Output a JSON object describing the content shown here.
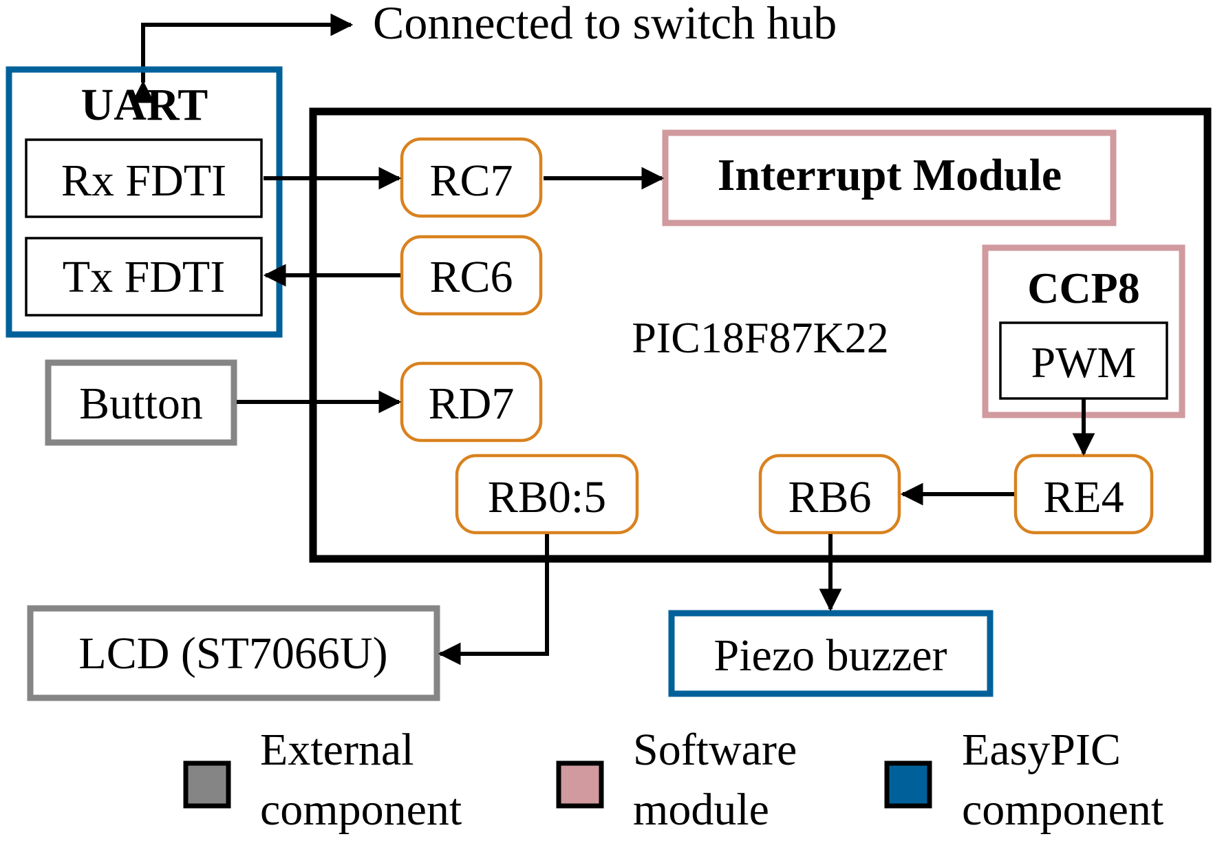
{
  "top_label": "Connected to switch hub",
  "uart": {
    "title": "UART",
    "rx": "Rx FDTI",
    "tx": "Tx FDTI"
  },
  "mcu": {
    "name": "PIC18F87K22"
  },
  "pins": {
    "rc7": "RC7",
    "rc6": "RC6",
    "rd7": "RD7",
    "rb05": "RB0:5",
    "rb6": "RB6",
    "re4": "RE4"
  },
  "modules": {
    "interrupt": "Interrupt Module",
    "ccp8": "CCP8",
    "pwm": "PWM"
  },
  "external": {
    "button": "Button",
    "lcd": "LCD (ST7066U)",
    "buzzer": "Piezo buzzer"
  },
  "legend": {
    "external": {
      "line1": "External",
      "line2": "component"
    },
    "software": {
      "line1": "Software",
      "line2": "module"
    },
    "easypic": {
      "line1": "EasyPIC",
      "line2": "component"
    }
  },
  "colors": {
    "external": "#858585",
    "software": "#d09a9e",
    "easypic": "#00619a",
    "pin": "#d9821f",
    "line": "#000000"
  }
}
